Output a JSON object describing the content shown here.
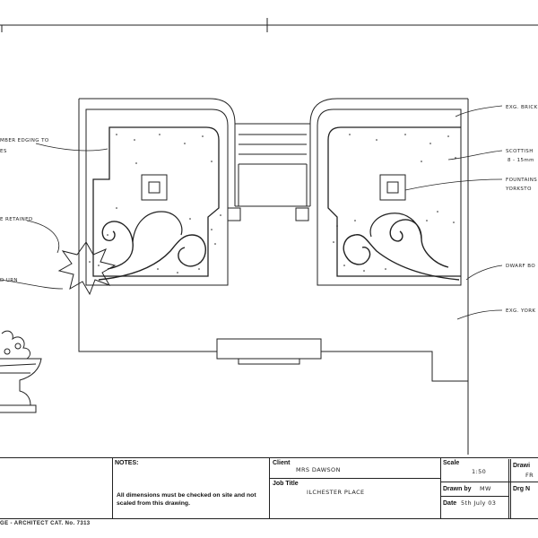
{
  "labels": {
    "exg_brick": "EXG. BRICK",
    "scottish": "SCOTTISH",
    "scottish_size": "8 - 15mm",
    "fountains": "FOUNTAINS",
    "yorkstone": "YORKSTO",
    "dwarf_box": "DWARF BO",
    "exg_york": "EXG. YORK",
    "timber_edging_1": "MBER EDGING TO",
    "timber_edging_2": "ES",
    "retained": "E RETAINED",
    "urn": "D URN"
  },
  "title_block": {
    "ref_text": "GE - ARCHITECT CAT. No. 7313",
    "notes_label": "NOTES:",
    "notes_text": "All dimensions must be checked on site and not scaled from this drawing.",
    "client_label": "Client",
    "client_value": "MRS DAWSON",
    "job_label": "Job Title",
    "job_value": "ILCHESTER PLACE",
    "scale_label": "Scale",
    "scale_value": "1:50",
    "drawn_label": "Drawn by",
    "drawn_value": "MW",
    "date_label": "Date",
    "date_value": "5th July 03",
    "drawing_label": "Drawi",
    "drawing_value": "FR",
    "drg_label": "Drg N"
  }
}
